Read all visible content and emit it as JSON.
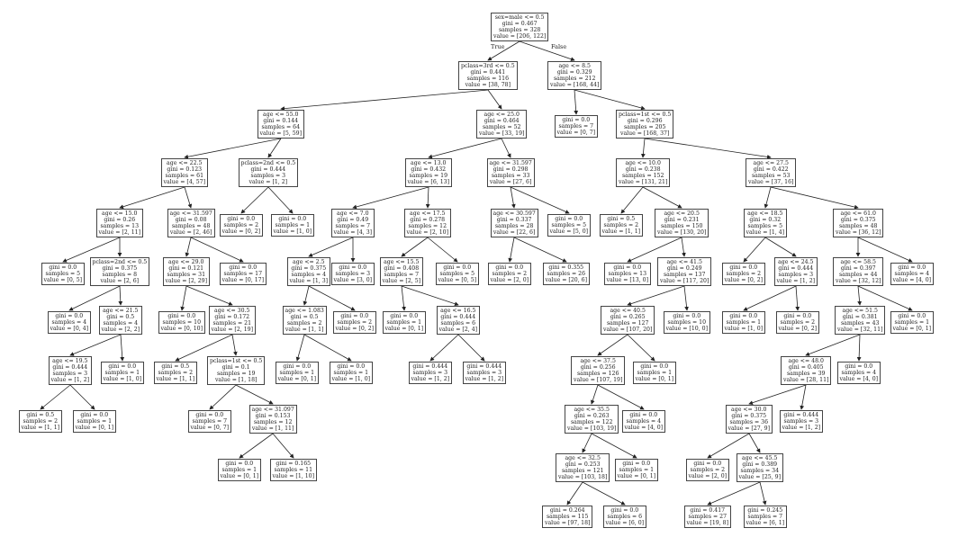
{
  "edge_labels": {
    "true": "True",
    "false": "False"
  },
  "nodes": {
    "n0": [
      "sex=male <= 0.5",
      "gini = 0.467",
      "samples = 328",
      "value = [206, 122]"
    ],
    "n1": [
      "pclass=3rd <= 0.5",
      "gini = 0.441",
      "samples = 116",
      "value = [38, 78]"
    ],
    "n2": [
      "age <= 8.5",
      "gini = 0.329",
      "samples = 212",
      "value = [168, 44]"
    ],
    "n3": [
      "age <= 55.0",
      "gini = 0.144",
      "samples = 64",
      "value = [5, 59]"
    ],
    "n4": [
      "age <= 25.0",
      "gini = 0.464",
      "samples = 52",
      "value = [33, 19]"
    ],
    "n5": [
      "gini = 0.0",
      "samples = 7",
      "value = [0, 7]"
    ],
    "n6": [
      "pclass=1st <= 0.5",
      "gini = 0.296",
      "samples = 205",
      "value = [168, 37]"
    ],
    "n7": [
      "age <= 22.5",
      "gini = 0.123",
      "samples = 61",
      "value = [4, 57]"
    ],
    "n8": [
      "pclass=2nd <= 0.5",
      "gini = 0.444",
      "samples = 3",
      "value = [1, 2]"
    ],
    "n9": [
      "age <= 13.0",
      "gini = 0.432",
      "samples = 19",
      "value = [6, 13]"
    ],
    "n10": [
      "age <= 31.597",
      "gini = 0.298",
      "samples = 33",
      "value = [27, 6]"
    ],
    "n11": [
      "age <= 10.0",
      "gini = 0.238",
      "samples = 152",
      "value = [131, 21]"
    ],
    "n12": [
      "age <= 27.5",
      "gini = 0.422",
      "samples = 53",
      "value = [37, 16]"
    ],
    "n13": [
      "age <= 15.0",
      "gini = 0.26",
      "samples = 13",
      "value = [2, 11]"
    ],
    "n14": [
      "age <= 31.597",
      "gini = 0.08",
      "samples = 48",
      "value = [2, 46]"
    ],
    "n15": [
      "gini = 0.0",
      "samples = 2",
      "value = [0, 2]"
    ],
    "n16": [
      "gini = 0.0",
      "samples = 1",
      "value = [1, 0]"
    ],
    "n17": [
      "age <= 7.0",
      "gini = 0.49",
      "samples = 7",
      "value = [4, 3]"
    ],
    "n18": [
      "age <= 17.5",
      "gini = 0.278",
      "samples = 12",
      "value = [2, 10]"
    ],
    "n19": [
      "age <= 30.597",
      "gini = 0.337",
      "samples = 28",
      "value = [22, 6]"
    ],
    "n20": [
      "gini = 0.0",
      "samples = 5",
      "value = [5, 0]"
    ],
    "n21": [
      "gini = 0.5",
      "samples = 2",
      "value = [1, 1]"
    ],
    "n22": [
      "age <= 20.5",
      "gini = 0.231",
      "samples = 150",
      "value = [130, 20]"
    ],
    "n23": [
      "age <= 18.5",
      "gini = 0.32",
      "samples = 5",
      "value = [1, 4]"
    ],
    "n24": [
      "age <= 61.0",
      "gini = 0.375",
      "samples = 48",
      "value = [36, 12]"
    ],
    "n25": [
      "gini = 0.0",
      "samples = 5",
      "value = [0, 5]"
    ],
    "n26": [
      "pclass=2nd <= 0.5",
      "gini = 0.375",
      "samples = 8",
      "value = [2, 6]"
    ],
    "n27": [
      "age <= 29.0",
      "gini = 0.121",
      "samples = 31",
      "value = [2, 29]"
    ],
    "n28": [
      "gini = 0.0",
      "samples = 17",
      "value = [0, 17]"
    ],
    "n29": [
      "age <= 2.5",
      "gini = 0.375",
      "samples = 4",
      "value = [1, 3]"
    ],
    "n30": [
      "gini = 0.0",
      "samples = 3",
      "value = [3, 0]"
    ],
    "n31": [
      "age <= 15.5",
      "gini = 0.408",
      "samples = 7",
      "value = [2, 5]"
    ],
    "n32": [
      "gini = 0.0",
      "samples = 5",
      "value = [0, 5]"
    ],
    "n33": [
      "gini = 0.0",
      "samples = 2",
      "value = [2, 0]"
    ],
    "n34": [
      "gini = 0.355",
      "samples = 26",
      "value = [20, 6]"
    ],
    "n35": [
      "gini = 0.0",
      "samples = 13",
      "value = [13, 0]"
    ],
    "n36": [
      "age <= 41.5",
      "gini = 0.249",
      "samples = 137",
      "value = [117, 20]"
    ],
    "n37": [
      "gini = 0.0",
      "samples = 2",
      "value = [0, 2]"
    ],
    "n38": [
      "age <= 24.5",
      "gini = 0.444",
      "samples = 3",
      "value = [1, 2]"
    ],
    "n39": [
      "age <= 58.5",
      "gini = 0.397",
      "samples = 44",
      "value = [32, 12]"
    ],
    "n40": [
      "gini = 0.0",
      "samples = 4",
      "value = [4, 0]"
    ],
    "n41": [
      "gini = 0.0",
      "samples = 4",
      "value = [0, 4]"
    ],
    "n42": [
      "age <= 21.5",
      "gini = 0.5",
      "samples = 4",
      "value = [2, 2]"
    ],
    "n43": [
      "gini = 0.0",
      "samples = 10",
      "value = [0, 10]"
    ],
    "n44": [
      "age <= 30.5",
      "gini = 0.172",
      "samples = 21",
      "value = [2, 19]"
    ],
    "n45": [
      "age <= 1.083",
      "gini = 0.5",
      "samples = 2",
      "value = [1, 1]"
    ],
    "n46": [
      "gini = 0.0",
      "samples = 2",
      "value = [0, 2]"
    ],
    "n47": [
      "gini = 0.0",
      "samples = 1",
      "value = [0, 1]"
    ],
    "n48": [
      "age <= 16.5",
      "gini = 0.444",
      "samples = 6",
      "value = [2, 4]"
    ],
    "n49": [
      "age <= 40.5",
      "gini = 0.265",
      "samples = 127",
      "value = [107, 20]"
    ],
    "n50": [
      "gini = 0.0",
      "samples = 10",
      "value = [10, 0]"
    ],
    "n51": [
      "gini = 0.0",
      "samples = 1",
      "value = [1, 0]"
    ],
    "n52": [
      "gini = 0.0",
      "samples = 2",
      "value = [0, 2]"
    ],
    "n53": [
      "age <= 51.5",
      "gini = 0.381",
      "samples = 43",
      "value = [32, 11]"
    ],
    "n54": [
      "gini = 0.0",
      "samples = 1",
      "value = [0, 1]"
    ],
    "n55": [
      "age <= 19.5",
      "gini = 0.444",
      "samples = 3",
      "value = [1, 2]"
    ],
    "n56": [
      "gini = 0.0",
      "samples = 1",
      "value = [1, 0]"
    ],
    "n57": [
      "gini = 0.5",
      "samples = 2",
      "value = [1, 1]"
    ],
    "n58": [
      "pclass=1st <= 0.5",
      "gini = 0.1",
      "samples = 19",
      "value = [1, 18]"
    ],
    "n59": [
      "gini = 0.0",
      "samples = 1",
      "value = [0, 1]"
    ],
    "n60": [
      "gini = 0.0",
      "samples = 1",
      "value = [1, 0]"
    ],
    "n61": [
      "gini = 0.444",
      "samples = 3",
      "value = [1, 2]"
    ],
    "n62": [
      "gini = 0.444",
      "samples = 3",
      "value = [1, 2]"
    ],
    "n63": [
      "age <= 37.5",
      "gini = 0.256",
      "samples = 126",
      "value = [107, 19]"
    ],
    "n64": [
      "gini = 0.0",
      "samples = 1",
      "value = [0, 1]"
    ],
    "n65": [
      "age <= 48.0",
      "gini = 0.405",
      "samples = 39",
      "value = [28, 11]"
    ],
    "n66": [
      "gini = 0.0",
      "samples = 4",
      "value = [4, 0]"
    ],
    "n67": [
      "gini = 0.5",
      "samples = 2",
      "value = [1, 1]"
    ],
    "n68": [
      "gini = 0.0",
      "samples = 1",
      "value = [0, 1]"
    ],
    "n69": [
      "gini = 0.0",
      "samples = 7",
      "value = [0, 7]"
    ],
    "n70": [
      "age <= 31.097",
      "gini = 0.153",
      "samples = 12",
      "value = [1, 11]"
    ],
    "n71": [
      "age <= 35.5",
      "gini = 0.263",
      "samples = 122",
      "value = [103, 19]"
    ],
    "n72": [
      "gini = 0.0",
      "samples = 4",
      "value = [4, 0]"
    ],
    "n73": [
      "age <= 30.0",
      "gini = 0.375",
      "samples = 36",
      "value = [27, 9]"
    ],
    "n74": [
      "gini = 0.444",
      "samples = 3",
      "value = [1, 2]"
    ],
    "n75": [
      "gini = 0.0",
      "samples = 1",
      "value = [0, 1]"
    ],
    "n76": [
      "gini = 0.165",
      "samples = 11",
      "value = [1, 10]"
    ],
    "n77": [
      "age <= 32.5",
      "gini = 0.253",
      "samples = 121",
      "value = [103, 18]"
    ],
    "n78": [
      "gini = 0.0",
      "samples = 1",
      "value = [0, 1]"
    ],
    "n79": [
      "gini = 0.0",
      "samples = 2",
      "value = [2, 0]"
    ],
    "n80": [
      "age <= 45.5",
      "gini = 0.389",
      "samples = 34",
      "value = [25, 9]"
    ],
    "n81": [
      "gini = 0.264",
      "samples = 115",
      "value = [97, 18]"
    ],
    "n82": [
      "gini = 0.0",
      "samples = 6",
      "value = [6, 0]"
    ],
    "n83": [
      "gini = 0.417",
      "samples = 27",
      "value = [19, 8]"
    ],
    "n84": [
      "gini = 0.245",
      "samples = 7",
      "value = [6, 1]"
    ]
  }
}
